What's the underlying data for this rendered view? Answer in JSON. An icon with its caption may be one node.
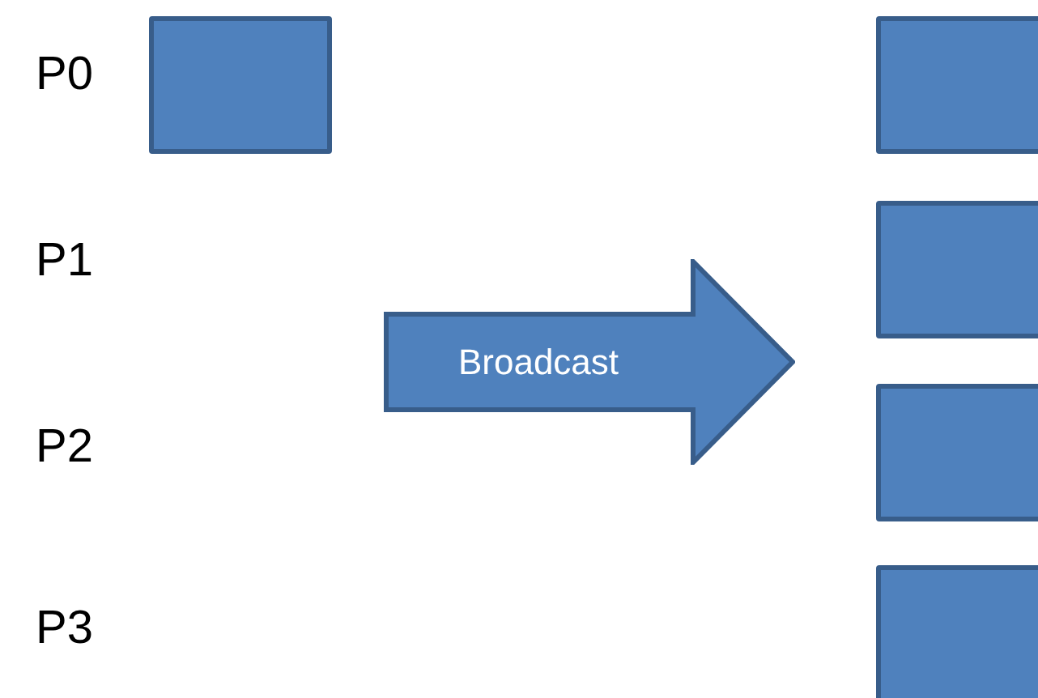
{
  "diagram": {
    "nodes": [
      {
        "text": [],
        "shape": "box"
      },
      {
        "text": [
          "Broadcast"
        ]
      },
      {
        "text": [],
        "shape": "box"
      },
      {
        "text": [],
        "shape": "box"
      },
      {
        "text": [],
        "shape": "box"
      },
      {
        "text": [],
        "shape": "box"
      }
    ],
    "labels": [
      "P0",
      "P1",
      "P2",
      "P3"
    ]
  }
}
